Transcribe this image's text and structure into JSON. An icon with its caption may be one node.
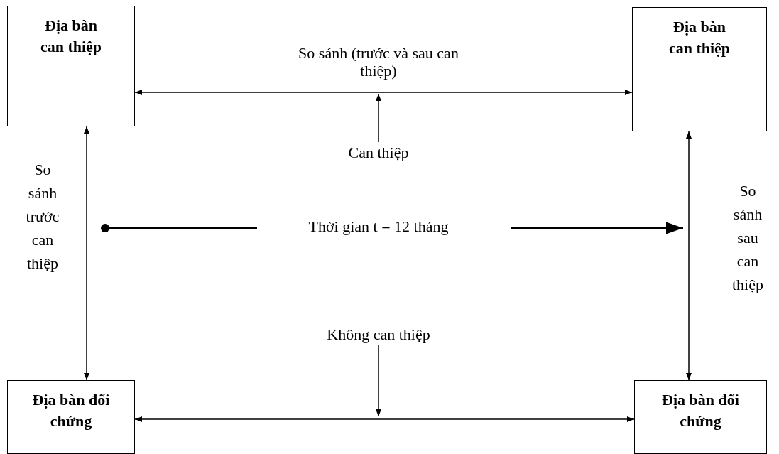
{
  "diagram": {
    "nodes": [
      {
        "text": [
          "Địa bàn can thiệp"
        ]
      },
      {
        "text": [
          "Địa bàn can thiệp"
        ]
      },
      {
        "text": [
          "Địa bàn đối chứng"
        ]
      },
      {
        "text": [
          "Địa bàn đối chứng"
        ]
      },
      {
        "text": [
          "Can thiệp"
        ]
      },
      {
        "text": [
          "Không can thiệp"
        ]
      }
    ],
    "edges": [
      {
        "from": 0,
        "to": 1,
        "arrow": "both",
        "label": "So sánh (trước và sau can thiệp)"
      },
      {
        "from": 4,
        "to": null,
        "arrow": "to"
      },
      {
        "from": 0,
        "to": 2,
        "arrow": "both",
        "label": "So sánh trước can thiệp"
      },
      {
        "from": 1,
        "to": 3,
        "arrow": "both",
        "label": "So sánh sau can thiệp"
      },
      {
        "from": 2,
        "to": 3,
        "arrow": "both"
      },
      {
        "from": 5,
        "to": null,
        "arrow": "to"
      }
    ],
    "labels": [
      "Thời gian t = 12 tháng"
    ]
  }
}
